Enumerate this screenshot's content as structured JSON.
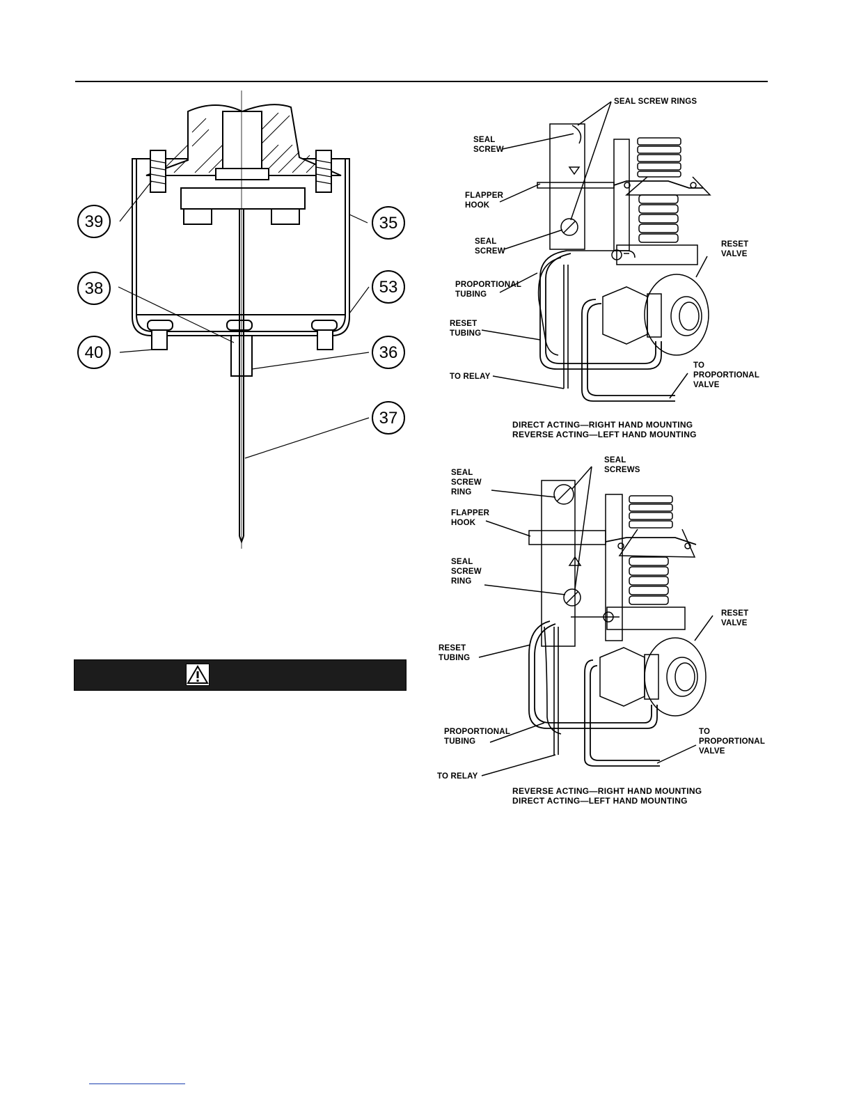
{
  "callouts": [
    "39",
    "35",
    "38",
    "53",
    "40",
    "36",
    "37"
  ],
  "diagram_top": {
    "labels": {
      "seal_screw_rings": "SEAL SCREW RINGS",
      "seal_1": "SEAL",
      "screw_1": "SCREW",
      "flapper": "FLAPPER",
      "hook": "HOOK",
      "seal_2": "SEAL",
      "screw_2": "SCREW",
      "reset_1": "RESET",
      "valve_1": "VALVE",
      "proportional": "PROPORTIONAL",
      "tubing_1": "TUBING",
      "reset_2": "RESET",
      "tubing_2": "TUBING",
      "to_relay": "TO RELAY",
      "to": "TO",
      "proportional_2": "PROPORTIONAL",
      "valve_2": "VALVE"
    },
    "caption_1": "DIRECT ACTING—RIGHT HAND MOUNTING",
    "caption_2": "REVERSE ACTING—LEFT HAND MOUNTING"
  },
  "diagram_bottom": {
    "labels": {
      "seal_a": "SEAL",
      "screw_a": "SCREW",
      "ring_a": "RING",
      "seal_b": "SEAL",
      "screws_b": "SCREWS",
      "flapper": "FLAPPER",
      "hook": "HOOK",
      "seal_c": "SEAL",
      "screw_c": "SCREW",
      "ring_c": "RING",
      "reset_1": "RESET",
      "valve_1": "VALVE",
      "reset_2": "RESET",
      "tubing_2": "TUBING",
      "proportional": "PROPORTIONAL",
      "tubing": "TUBING",
      "to": "TO",
      "proportional_2": "PROPORTIONAL",
      "valve_2": "VALVE",
      "to_relay": "TO RELAY"
    },
    "caption_1": "REVERSE ACTING—RIGHT HAND MOUNTING",
    "caption_2": "DIRECT ACTING—LEFT HAND MOUNTING"
  },
  "colors": {
    "ink": "#000000",
    "warning_bar": "#1c1c1c",
    "link_rule": "#1a3fb0"
  },
  "icons": {
    "warning": "warning-triangle-icon"
  }
}
